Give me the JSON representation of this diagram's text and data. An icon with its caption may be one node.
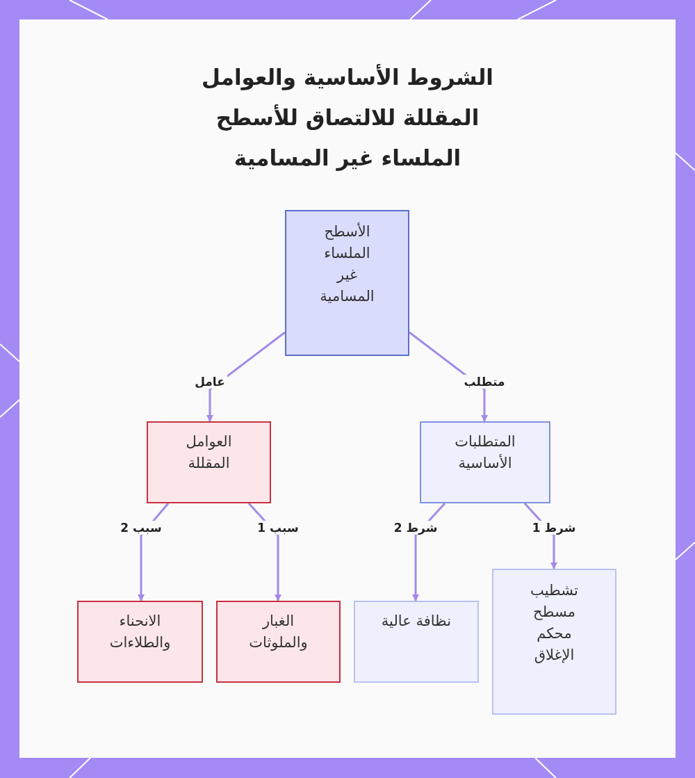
{
  "diagram": {
    "title": "الشروط الأساسية والعوامل المقللة للالتصاق للأسطح الملساء غير المسامية",
    "nodes": [
      {
        "text": [
          "الأسطح الملساء غير المسامية"
        ]
      },
      {
        "text": [
          "العوامل المقللة"
        ]
      },
      {
        "text": [
          "المتطلبات الأساسية"
        ]
      },
      {
        "text": [
          "الانحناء والطلاءات"
        ]
      },
      {
        "text": [
          "الغبار والملوثات"
        ]
      },
      {
        "text": [
          "نظافة عالية"
        ]
      },
      {
        "text": [
          "تشطيب مسطح محكم الإغلاق"
        ]
      }
    ],
    "edges": [
      {
        "from": 0,
        "to": 1,
        "arrow": "to",
        "label": "عامل"
      },
      {
        "from": 0,
        "to": 2,
        "arrow": "to",
        "label": "متطلب"
      },
      {
        "from": 1,
        "to": 4,
        "arrow": "to",
        "label": "سبب 1"
      },
      {
        "from": 1,
        "to": 3,
        "arrow": "to",
        "label": "سبب 2"
      },
      {
        "from": 2,
        "to": 6,
        "arrow": "to",
        "label": "شرط 1"
      },
      {
        "from": 2,
        "to": 5,
        "arrow": "to",
        "label": "شرط 2"
      }
    ]
  }
}
